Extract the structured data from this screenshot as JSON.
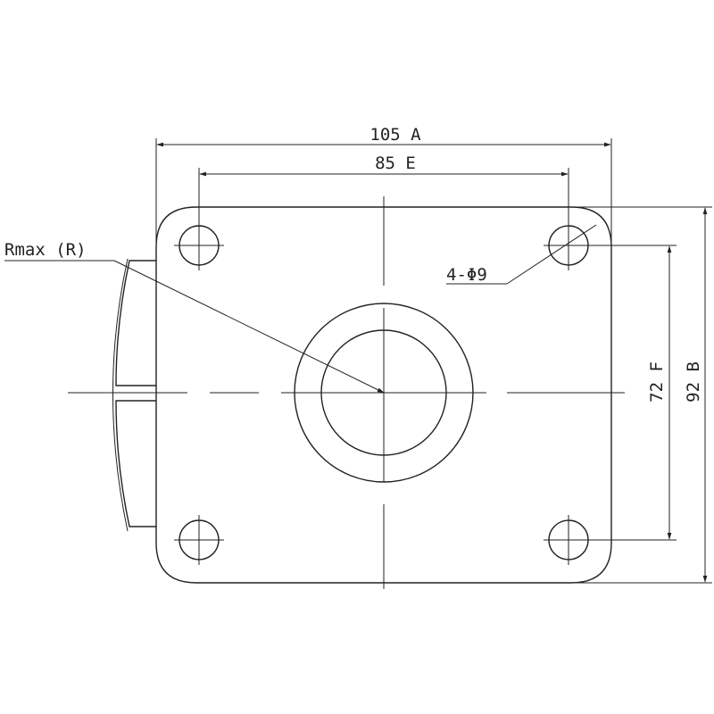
{
  "drawing": {
    "dim_width_total": "105 A",
    "dim_hole_spacing_x": "85 E",
    "dim_hole_spacing_y": "72 F",
    "dim_height_total": "92 B",
    "label_holes": "4-Φ9",
    "label_radius": "Rmax (R)"
  }
}
